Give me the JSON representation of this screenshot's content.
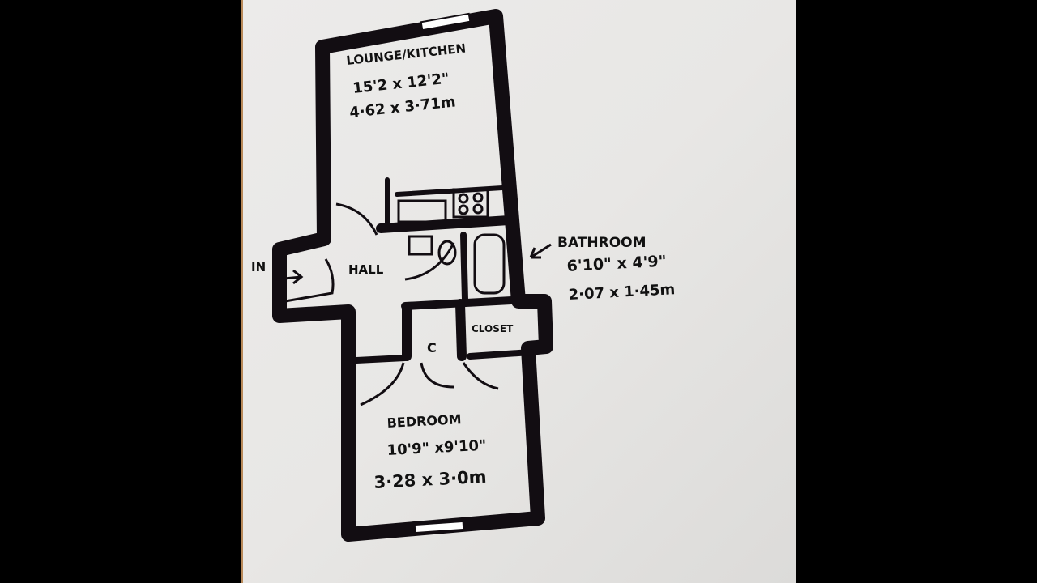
{
  "rooms": {
    "lounge": {
      "name": "LOUNGE/KITCHEN",
      "imperial": "15'2  x  12'2\"",
      "metric": "4·62  x  3·71m"
    },
    "bathroom": {
      "name": "BATHROOM",
      "imperial": "6'10\" x 4'9\"",
      "metric": "2·07  x 1·45m"
    },
    "bedroom": {
      "name": "BEDROOM",
      "imperial": "10'9\" x9'10\"",
      "metric": "3·28 x 3·0m"
    },
    "hall": {
      "name": "HALL"
    },
    "closet": {
      "name": "CLOSET"
    },
    "cupboard": {
      "name": "C"
    },
    "entrance": {
      "name": "IN"
    }
  }
}
